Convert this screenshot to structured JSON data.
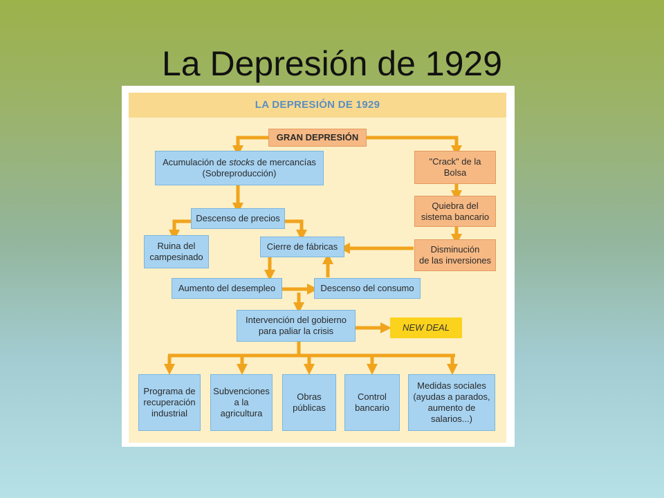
{
  "slide": {
    "title": "La Depresión de 1929"
  },
  "diagram": {
    "header": "LA DEPRESIÓN DE 1929",
    "center": "GRAN DEPRESIÓN",
    "acumulacion": {
      "pre": "Acumulación de ",
      "em": "stocks",
      "post": " de mercancías\n(Sobreproducción)"
    },
    "crack": "\"Crack\" de la\nBolsa",
    "quiebra": "Quiebra del\nsistema bancario",
    "disminucion": "Disminución\nde las inversiones",
    "descenso_precios": "Descenso de precios",
    "ruina": "Ruina del\ncampesinado",
    "cierre": "Cierre de fábricas",
    "desempleo": "Aumento del desempleo",
    "consumo": "Descenso del consumo",
    "intervencion": "Intervención del gobierno\npara paliar la crisis",
    "new_deal": "NEW DEAL",
    "medidas": [
      "Programa de\nrecuperación\nindustrial",
      "Subvenciones\na la\nagricultura",
      "Obras\npúblicas",
      "Control\nbancario",
      "Medidas sociales\n(ayudas a parados,\naumento de\nsalarios...)"
    ],
    "colors": {
      "arrow": "#f0a41d",
      "blue_box": "#a7d3f1",
      "orange_box": "#f6b984",
      "yellow_box": "#fbd21c",
      "header_bg": "#f8d98e",
      "header_text": "#5b8ec1",
      "panel_bg": "#fdf0c7"
    }
  }
}
